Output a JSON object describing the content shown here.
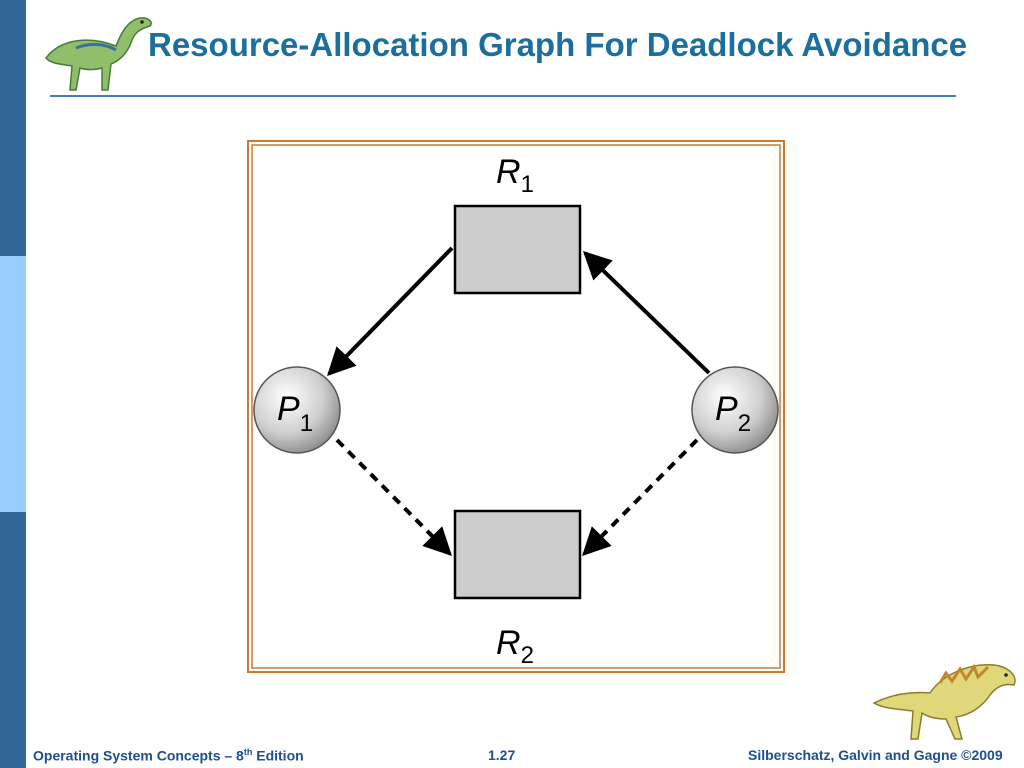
{
  "slide": {
    "title": "Resource-Allocation Graph For Deadlock Avoidance",
    "footer_left_prefix": "Operating System Concepts – 8",
    "footer_left_sup": "th",
    "footer_left_suffix": " Edition",
    "page_number": "1.27",
    "footer_right": "Silberschatz, Galvin and Gagne ©2009"
  },
  "graph": {
    "resources": [
      {
        "letter": "R",
        "index": "1"
      },
      {
        "letter": "R",
        "index": "2"
      }
    ],
    "processes": [
      {
        "letter": "P",
        "index": "1"
      },
      {
        "letter": "P",
        "index": "2"
      }
    ],
    "edges": [
      {
        "from": "R1",
        "to": "P1",
        "kind": "assignment"
      },
      {
        "from": "P2",
        "to": "R1",
        "kind": "request"
      },
      {
        "from": "P1",
        "to": "R2",
        "kind": "claim"
      },
      {
        "from": "P2",
        "to": "R2",
        "kind": "claim"
      }
    ]
  },
  "colors": {
    "accent": "#1a6f9c",
    "frame": "#cc7a33",
    "resource_fill": "#cccccc",
    "sidebar_dark": "#336699",
    "sidebar_light": "#99ccff"
  }
}
